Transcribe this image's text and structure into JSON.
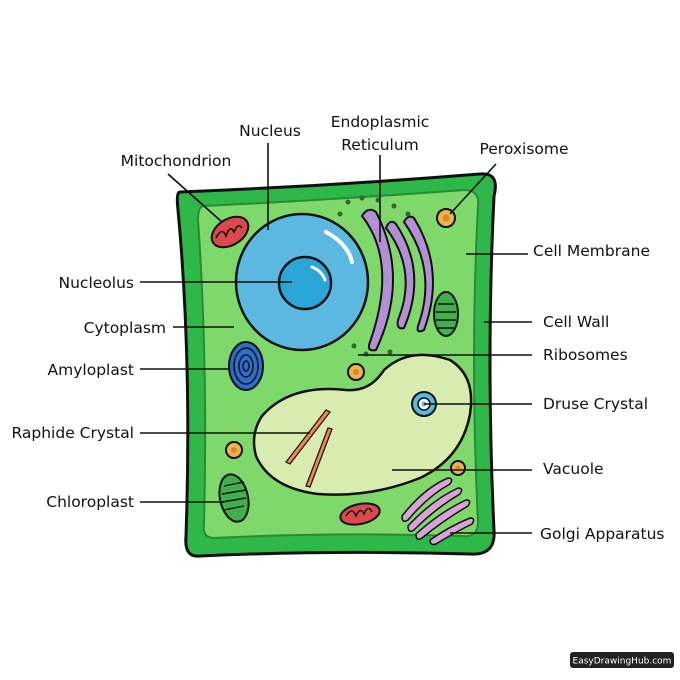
{
  "diagram": {
    "labels": {
      "nucleus": "Nucleus",
      "er_line1": "Endoplasmic",
      "er_line2": "Reticulum",
      "mitochondrion": "Mitochondrion",
      "peroxisome": "Peroxisome",
      "cell_membrane": "Cell Membrane",
      "nucleolus": "Nucleolus",
      "cell_wall": "Cell Wall",
      "cytoplasm": "Cytoplasm",
      "ribosomes": "Ribosomes",
      "amyloplast": "Amyloplast",
      "druse_crystal": "Druse Crystal",
      "raphide_crystal": "Raphide Crystal",
      "vacuole": "Vacuole",
      "chloroplast": "Chloroplast",
      "golgi_apparatus": "Golgi Apparatus"
    },
    "watermark": "EasyDrawingHub.com",
    "colors": {
      "cell_wall": "#2fb84a",
      "cytoplasm": "#7fd86a",
      "nucleus": "#5bb8e0",
      "nucleolus": "#2aa6d8",
      "er": "#b58fd6",
      "vacuole": "#d8ecb0",
      "mitochondrion": "#d94a4a",
      "chloroplast": "#3fb04a",
      "amyloplast": "#2a6fd0",
      "organelle_orange": "#f0b24a"
    }
  }
}
